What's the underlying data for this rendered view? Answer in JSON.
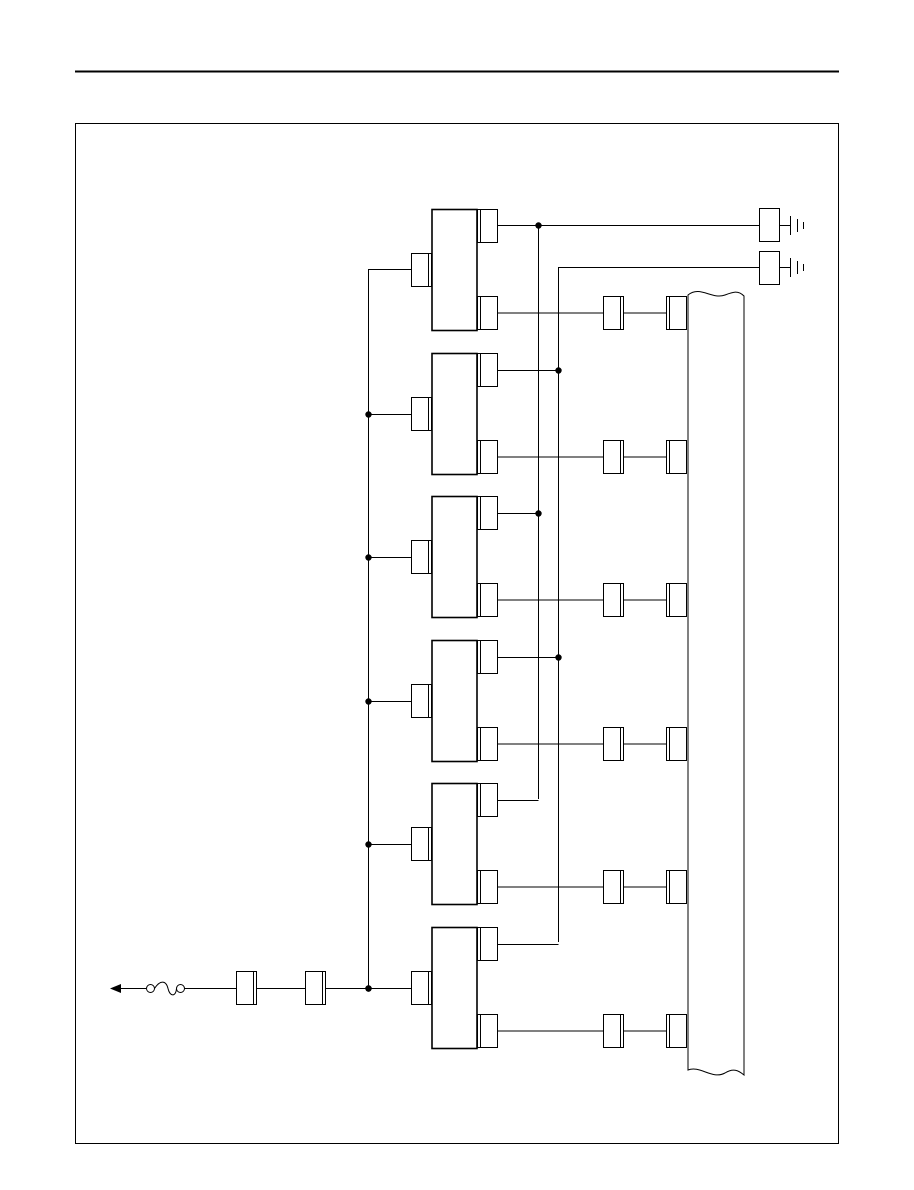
{
  "diagram": {
    "kind": "wiring-schematic",
    "modules": 6,
    "ground_symbols": 2,
    "power_feed": "fuse",
    "colors": {
      "line": "#000000",
      "background": "#ffffff"
    }
  }
}
